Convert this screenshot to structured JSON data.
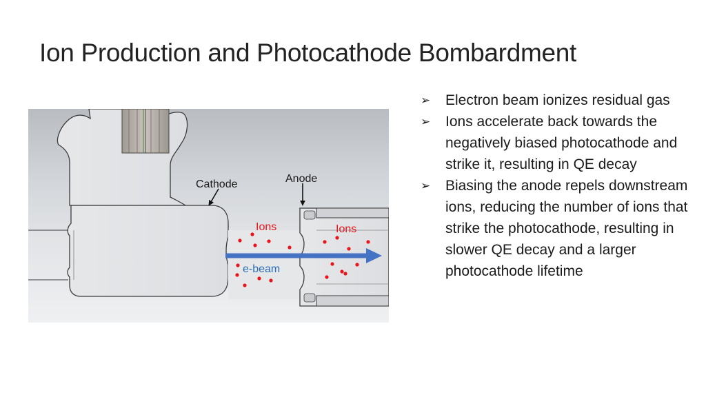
{
  "title": "Ion Production and Photocathode Bombardment",
  "diagram": {
    "labels": {
      "cathode": "Cathode",
      "anode": "Anode",
      "ions_left": "Ions",
      "ions_right": "Ions",
      "ebeam": "e-beam"
    },
    "colors": {
      "ion_dots": "#e8141c",
      "beam_arrow": "#4472c4",
      "ebeam_text": "#2a6db5"
    }
  },
  "bullets": {
    "marker_icon": "arrowhead-bullet-icon",
    "marker_glyph": "➢",
    "items": [
      "Electron beam ionizes residual gas",
      "Ions accelerate back towards the negatively biased photocathode and strike it, resulting in QE decay",
      "Biasing the anode repels downstream ions, reducing the number of ions that strike the photocathode, resulting in slower QE decay and a larger photocathode lifetime"
    ]
  }
}
